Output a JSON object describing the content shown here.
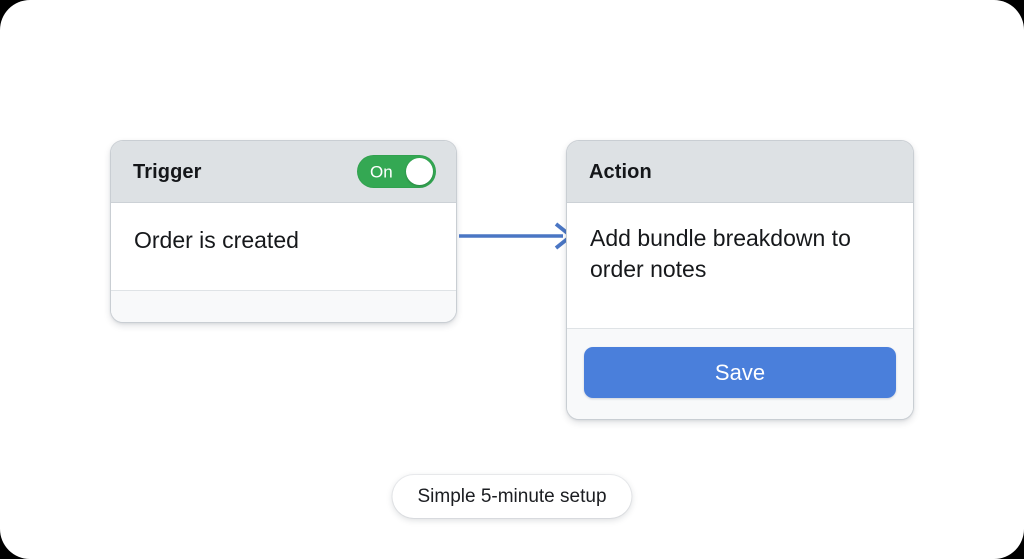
{
  "canvas": {
    "background": "#ffffff",
    "outer_background": "#000000"
  },
  "trigger_card": {
    "title": "Trigger",
    "toggle": {
      "label": "On",
      "state": "on",
      "on_color": "#34a853",
      "knob_color": "#ffffff"
    },
    "body_text": "Order is created",
    "header_color": "#dde1e4",
    "footer_color": "#f8f9fa"
  },
  "connector": {
    "icon": "arrow-right-icon",
    "color": "#4a76c4"
  },
  "action_card": {
    "title": "Action",
    "body_text": "Add bundle breakdown to order notes",
    "save_label": "Save",
    "save_color": "#4a7fdb",
    "header_color": "#dde1e4",
    "footer_color": "#f8f9fa"
  },
  "caption": {
    "text": "Simple 5-minute setup"
  }
}
